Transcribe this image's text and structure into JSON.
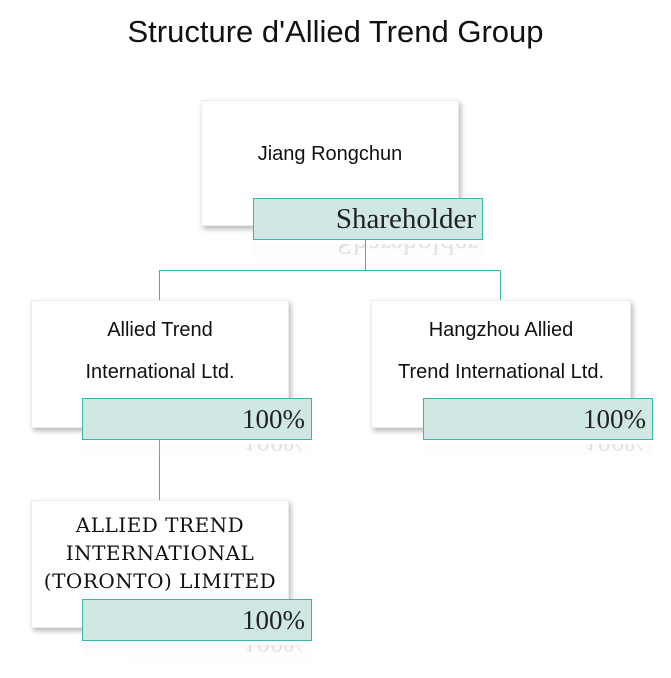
{
  "title": "Structure d'Allied Trend Group",
  "nodes": {
    "root": {
      "name": "Jiang Rongchun",
      "tag": "Shareholder"
    },
    "child1": {
      "name_line1": "Allied Trend",
      "name_line2": "International Ltd.",
      "tag": "100%"
    },
    "child2": {
      "name_line1": "Hangzhou Allied",
      "name_line2": "Trend International Ltd.",
      "tag": "100%"
    },
    "grandchild": {
      "name_line1": "ALLIED TREND",
      "name_line2": "INTERNATIONAL",
      "name_line3": "(TORONTO) LIMITED",
      "tag": "100%"
    }
  },
  "colors": {
    "tag_fill": "#cfe8e3",
    "tag_border": "#3bb5a5",
    "connector": "#3bb5a5"
  }
}
